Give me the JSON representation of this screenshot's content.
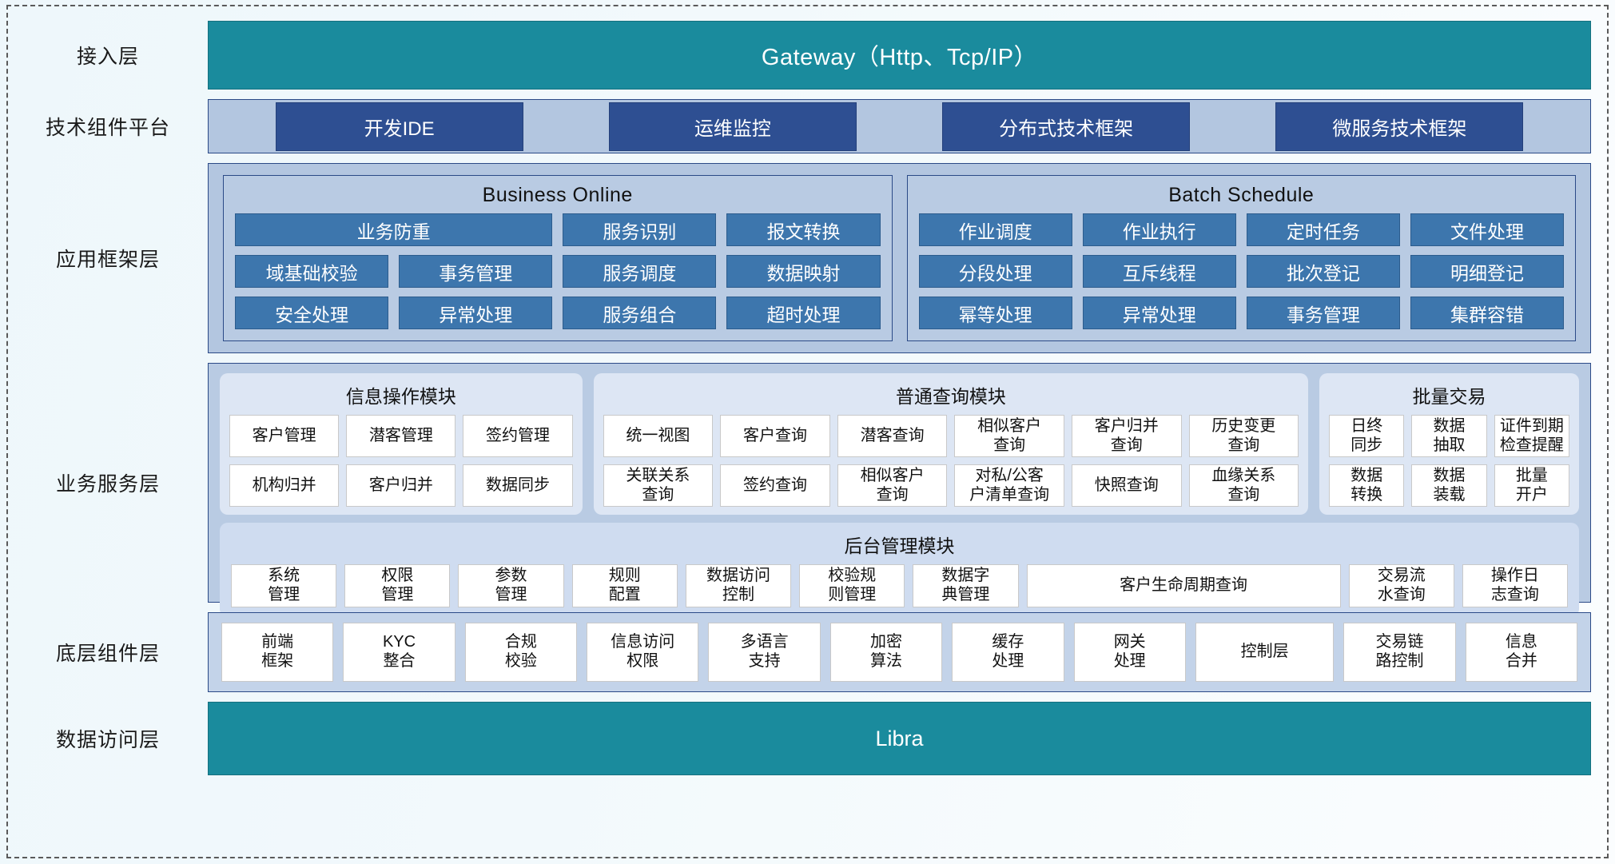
{
  "colors": {
    "teal": "#1a8b9d",
    "deep_blue_chip": "#2e4f92",
    "framework_chip": "#3d76ad",
    "band_bg": "#b3c6e0",
    "card_bg": "#dde6f4"
  },
  "layers": [
    {
      "key": "access",
      "label": "接入层"
    },
    {
      "key": "tech",
      "label": "技术组件平台"
    },
    {
      "key": "appfw",
      "label": "应用框架层"
    },
    {
      "key": "bizsvc",
      "label": "业务服务层"
    },
    {
      "key": "base",
      "label": "底层组件层"
    },
    {
      "key": "data",
      "label": "数据访问层"
    }
  ],
  "access_layer": {
    "title": "Gateway（Http、Tcp/IP）"
  },
  "tech_platform": {
    "chips": [
      "开发IDE",
      "运维监控",
      "分布式技术框架",
      "微服务技术框架"
    ]
  },
  "app_framework": {
    "groups": [
      {
        "title": "Business Online",
        "rows": [
          [
            {
              "label": "业务防重",
              "span": 2
            },
            {
              "label": "服务识别",
              "span": 1
            },
            {
              "label": "报文转换",
              "span": 1
            }
          ],
          [
            {
              "label": "域基础校验",
              "span": 1
            },
            {
              "label": "事务管理",
              "span": 1
            },
            {
              "label": "服务调度",
              "span": 1
            },
            {
              "label": "数据映射",
              "span": 1
            }
          ],
          [
            {
              "label": "安全处理",
              "span": 1
            },
            {
              "label": "异常处理",
              "span": 1
            },
            {
              "label": "服务组合",
              "span": 1
            },
            {
              "label": "超时处理",
              "span": 1
            }
          ]
        ]
      },
      {
        "title": "Batch Schedule",
        "rows": [
          [
            {
              "label": "作业调度",
              "span": 1
            },
            {
              "label": "作业执行",
              "span": 1
            },
            {
              "label": "定时任务",
              "span": 1
            },
            {
              "label": "文件处理",
              "span": 1
            }
          ],
          [
            {
              "label": "分段处理",
              "span": 1
            },
            {
              "label": "互斥线程",
              "span": 1
            },
            {
              "label": "批次登记",
              "span": 1
            },
            {
              "label": "明细登记",
              "span": 1
            }
          ],
          [
            {
              "label": "幂等处理",
              "span": 1
            },
            {
              "label": "异常处理",
              "span": 1
            },
            {
              "label": "事务管理",
              "span": 1
            },
            {
              "label": "集群容错",
              "span": 1
            }
          ]
        ]
      }
    ]
  },
  "business_service": {
    "modules": [
      {
        "key": "info",
        "title": "信息操作模块",
        "rows": [
          [
            "客户管理",
            "潜客管理",
            "签约管理"
          ],
          [
            "机构归并",
            "客户归并",
            "数据同步"
          ]
        ]
      },
      {
        "key": "query",
        "title": "普通查询模块",
        "rows": [
          [
            "统一视图",
            "客户查询",
            "潜客查询",
            "相似客户\n查询",
            "客户归并\n查询",
            "历史变更\n查询"
          ],
          [
            "关联关系\n查询",
            "签约查询",
            "相似客户\n查询",
            "对私/公客\n户清单查询",
            "快照查询",
            "血缘关系\n查询"
          ]
        ]
      },
      {
        "key": "batch",
        "title": "批量交易",
        "rows": [
          [
            "日终\n同步",
            "数据\n抽取",
            "证件到期\n检查提醒"
          ],
          [
            "数据\n转换",
            "数据\n装载",
            "批量\n开户"
          ]
        ]
      }
    ],
    "admin_module": {
      "title": "后台管理模块",
      "tiles": [
        {
          "label": "系统\n管理",
          "wide": false
        },
        {
          "label": "权限\n管理",
          "wide": false
        },
        {
          "label": "参数\n管理",
          "wide": false
        },
        {
          "label": "规则\n配置",
          "wide": false
        },
        {
          "label": "数据访问\n控制",
          "wide": false
        },
        {
          "label": "校验规\n则管理",
          "wide": false
        },
        {
          "label": "数据字\n典管理",
          "wide": false
        },
        {
          "label": "客户生命周期查询",
          "wide": true
        },
        {
          "label": "交易流\n水查询",
          "wide": false
        },
        {
          "label": "操作日\n志查询",
          "wide": false
        }
      ]
    }
  },
  "base_components": {
    "tiles": [
      {
        "label": "前端\n框架",
        "wide": false
      },
      {
        "label": "KYC\n整合",
        "wide": false
      },
      {
        "label": "合规\n校验",
        "wide": false
      },
      {
        "label": "信息访问\n权限",
        "wide": false
      },
      {
        "label": "多语言\n支持",
        "wide": false
      },
      {
        "label": "加密\n算法",
        "wide": false
      },
      {
        "label": "缓存\n处理",
        "wide": false
      },
      {
        "label": "网关\n处理",
        "wide": false
      },
      {
        "label": "控制层",
        "wide": true
      },
      {
        "label": "交易链\n路控制",
        "wide": false
      },
      {
        "label": "信息\n合并",
        "wide": false
      }
    ]
  },
  "data_access_layer": {
    "title": "Libra"
  }
}
